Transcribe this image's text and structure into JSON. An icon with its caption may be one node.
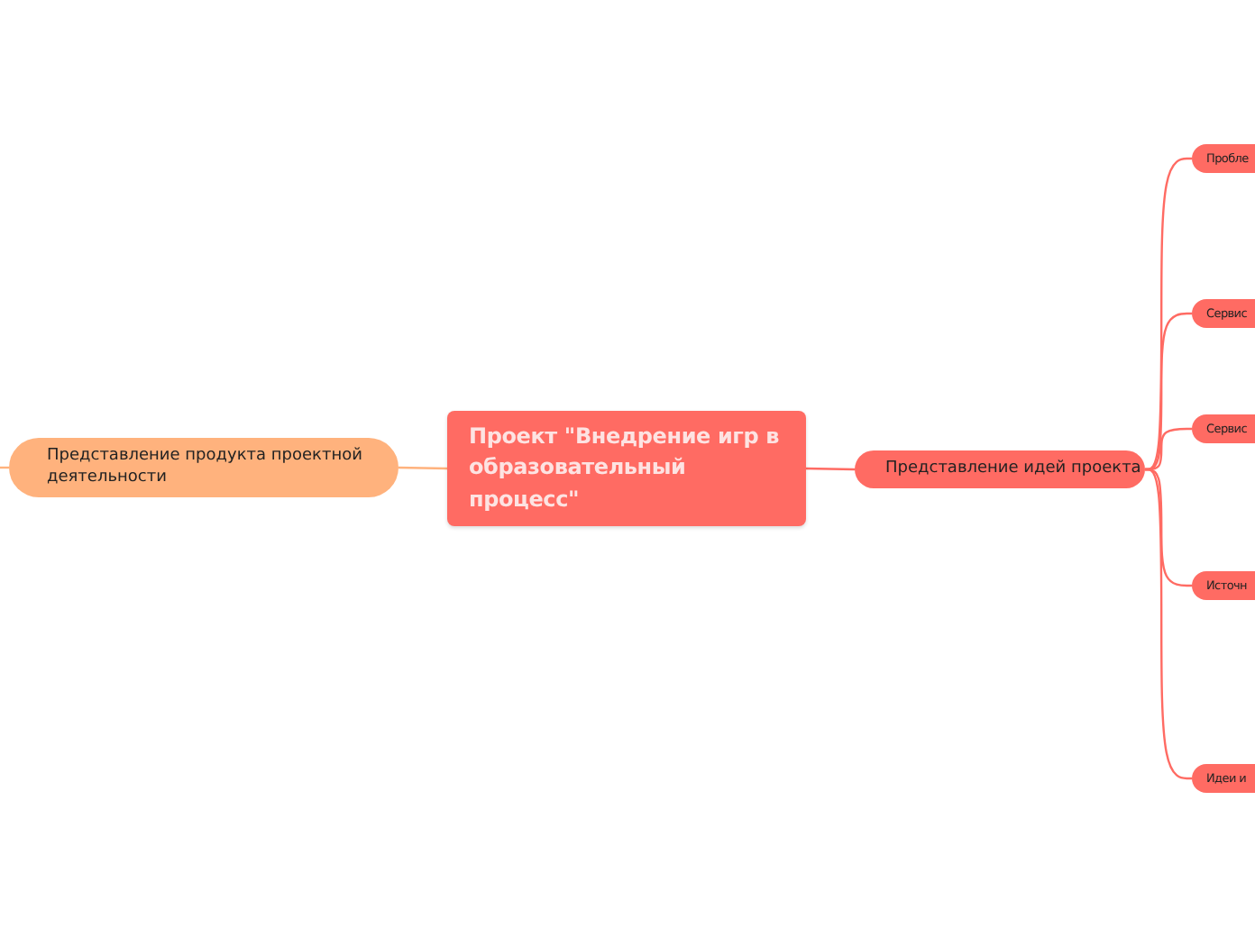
{
  "diagram": {
    "nodes": [
      {
        "text": [
          "Проект \"Внедрение игр в образовательный процесс\""
        ]
      },
      {
        "text": [
          "Представление продукта проектной деятельности"
        ]
      },
      {
        "text": [
          "Представление идей проекта"
        ]
      },
      {
        "text": [
          "Пробле"
        ]
      },
      {
        "text": [
          "Сервис"
        ]
      },
      {
        "text": [
          "Сервис"
        ]
      },
      {
        "text": [
          "Источн"
        ]
      },
      {
        "text": [
          "Идеи и"
        ]
      }
    ],
    "edges": [
      {
        "from": 0,
        "to": 1,
        "arrow": "none",
        "color": "#ffb27d"
      },
      {
        "from": null,
        "to": 1,
        "arrow": "none",
        "color": "#ffb27d"
      },
      {
        "from": 0,
        "to": 2,
        "arrow": "none"
      },
      {
        "from": 2,
        "to": 3,
        "arrow": "none"
      },
      {
        "from": 2,
        "to": 4,
        "arrow": "none"
      },
      {
        "from": 2,
        "to": 5,
        "arrow": "none"
      },
      {
        "from": 2,
        "to": 6,
        "arrow": "none"
      },
      {
        "from": 2,
        "to": 7,
        "arrow": "none"
      }
    ]
  }
}
